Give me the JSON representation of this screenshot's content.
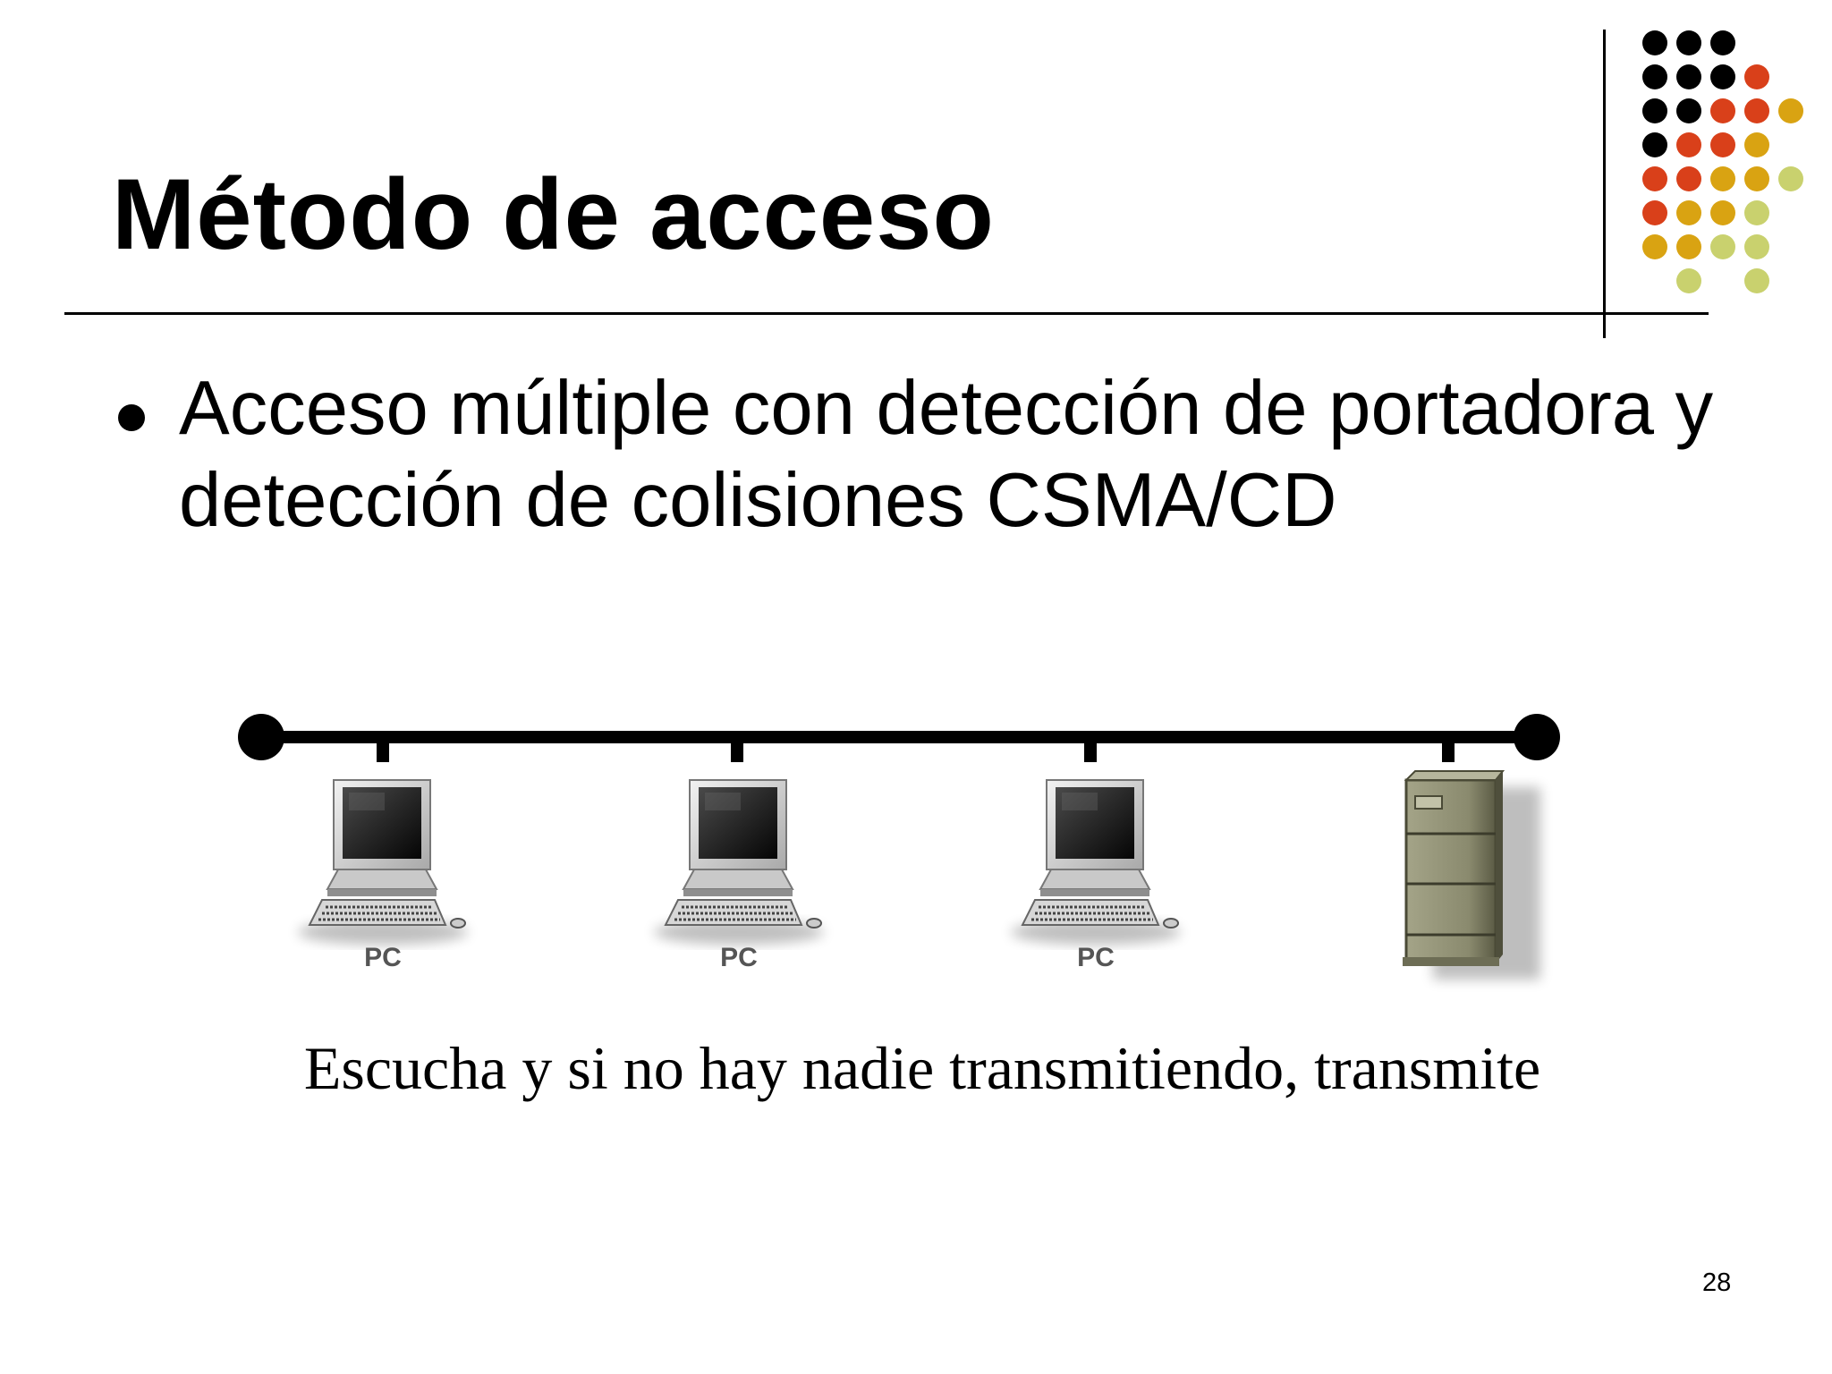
{
  "slide": {
    "title": "Método de acceso",
    "bullet": "Acceso múltiple con detección de portadora y detección de colisiones CSMA/CD",
    "caption": "Escucha y si no hay nadie transmitiendo, transmite",
    "page_number": "28"
  },
  "diagram": {
    "devices": [
      {
        "type": "pc",
        "label": "PC"
      },
      {
        "type": "pc",
        "label": "PC"
      },
      {
        "type": "pc",
        "label": "PC"
      },
      {
        "type": "server",
        "label": ""
      }
    ]
  },
  "theme": {
    "dot_colors": {
      "black": "#000000",
      "red": "#d9401a",
      "gold": "#d9a312",
      "olive": "#c9d16e"
    },
    "server_color": "#8a8a6e"
  }
}
